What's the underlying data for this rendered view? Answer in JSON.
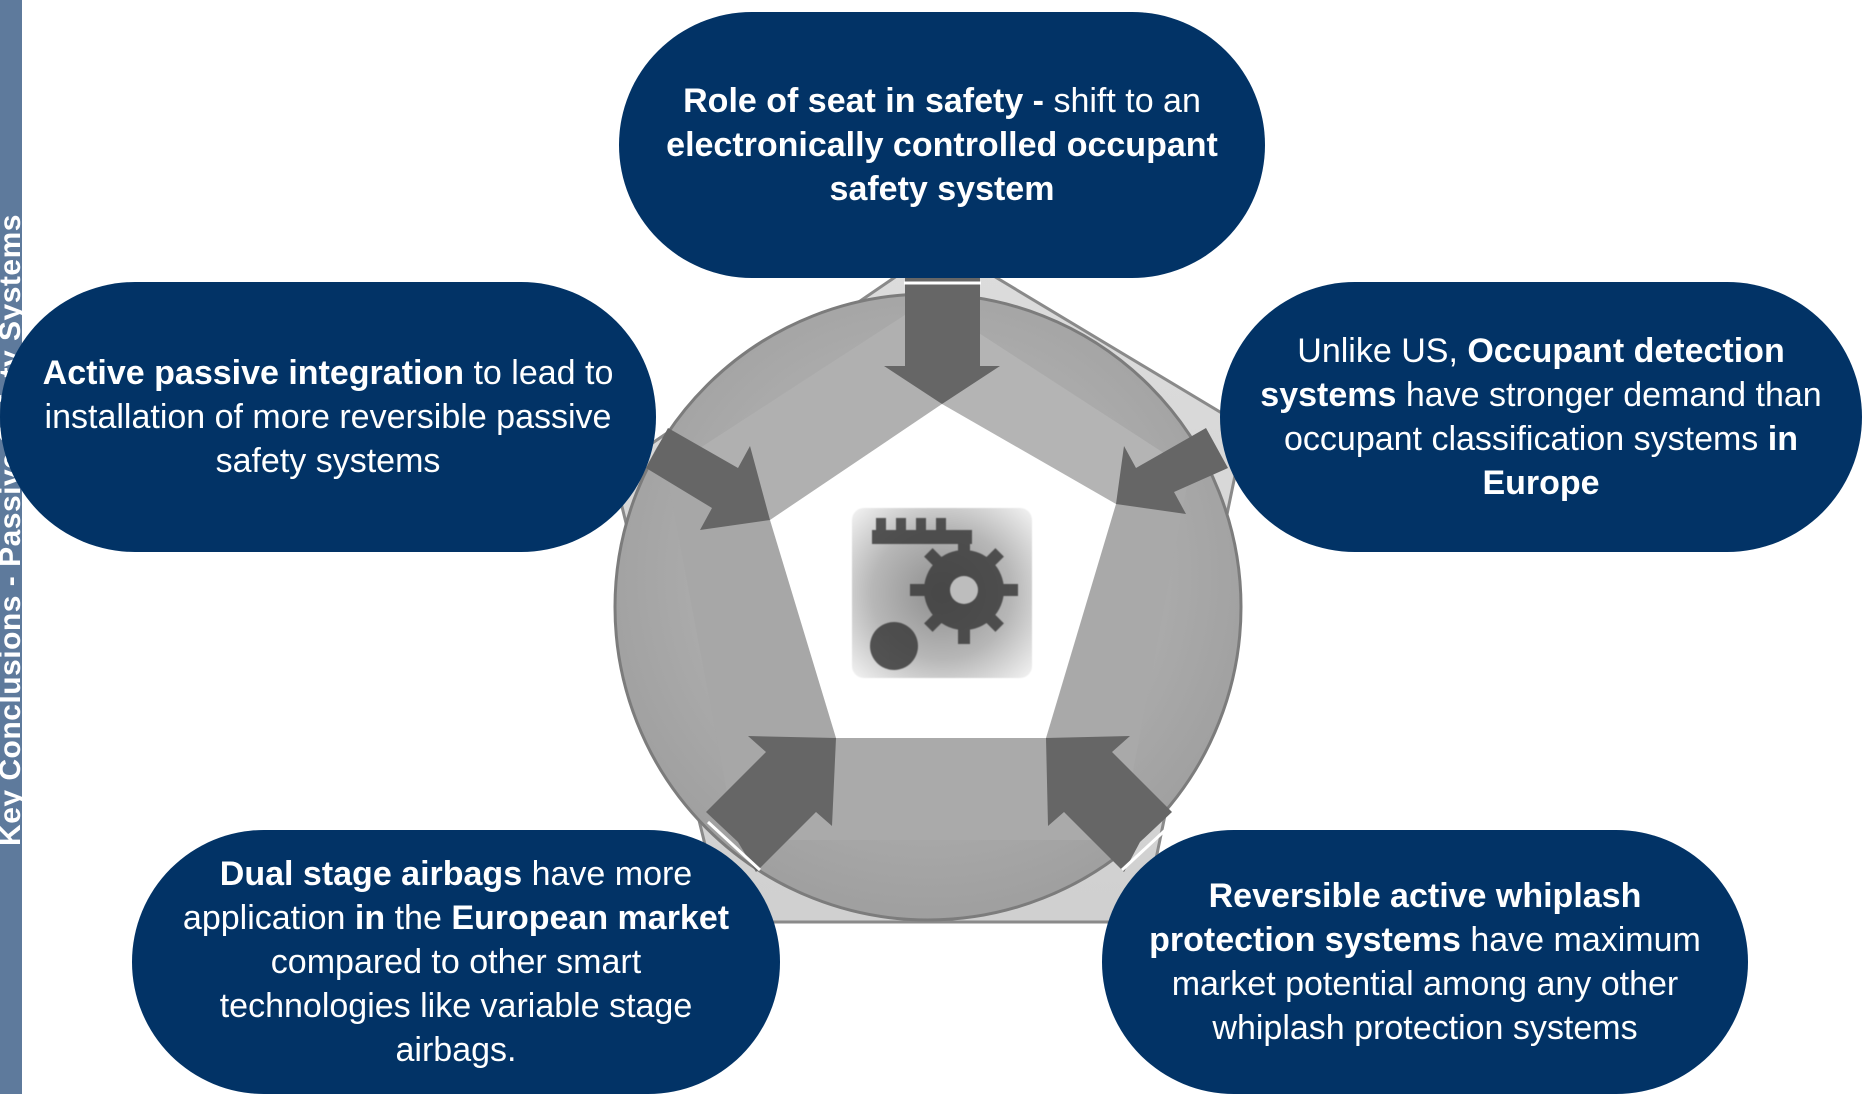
{
  "side_caption": "Key Conclusions - Passive Safety Systems",
  "center_icon": "gear-icon",
  "colors": {
    "bubble_fill": "#023366",
    "bubble_text": "#ffffff",
    "side_strip": "#5e7a9c",
    "pentagon_fill": "#d8d8d8",
    "circle_fill": "#acacac",
    "arrow_fill": "#666666"
  },
  "bubbles": {
    "top": {
      "p1": "Role of seat in safety  - ",
      "p2": "shift to an ",
      "p3": "electronically controlled occupant safety system"
    },
    "left": {
      "p1": "Active passive integration",
      "p2": " to lead to installation of more reversible passive safety systems"
    },
    "right": {
      "p1": "Unlike US, ",
      "p2": "Occupant detection systems",
      "p3": " have stronger demand than occupant classification systems ",
      "p4": "in Europe"
    },
    "bottom_left": {
      "p1": "Dual stage airbags",
      "p2": " have more application ",
      "p3": "in",
      "p4": " the ",
      "p5": "European market",
      "p6": " compared to other smart technologies like variable stage airbags."
    },
    "bottom_right": {
      "p1": "Reversible active whiplash protection systems",
      "p2": " have maximum market potential among any other whiplash protection systems"
    }
  }
}
